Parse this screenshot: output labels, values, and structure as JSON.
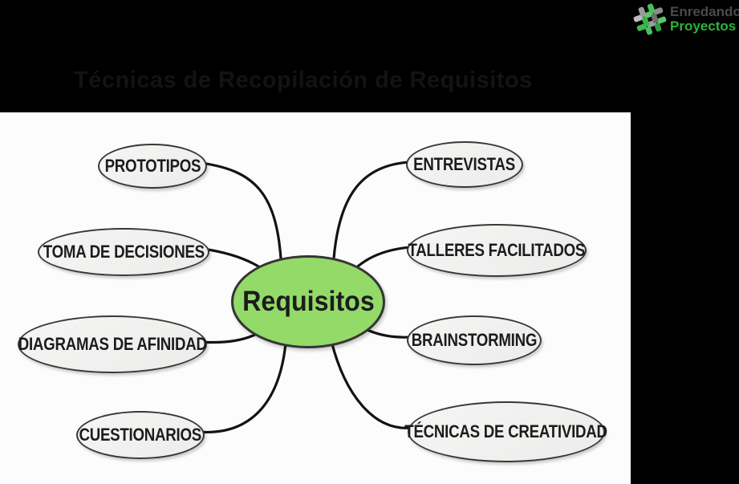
{
  "window": {
    "background_color": "#000000",
    "canvas_color": "#fcfcfc"
  },
  "header": {
    "title": "Técnicas de Recopilación de Requisitos",
    "title_color": "#131313"
  },
  "logo": {
    "icon": "puzzle-hash-icon",
    "line1": "Enredando",
    "line2": "Proyectos",
    "line1_color": "#4a4a4a",
    "line2_color": "#2fb23c",
    "accent_green": "#3fb850"
  },
  "mindmap": {
    "center": {
      "label": "Requisitos",
      "fill": "#93da68",
      "border_color": "#353535",
      "text_color": "#1c1c1c"
    },
    "node_style": {
      "fill": "#f0f0ef",
      "border_color": "#383838",
      "text_color": "#1c1c1c"
    },
    "connector_color": "#131313",
    "nodes": [
      {
        "label": "PROTOTIPOS",
        "position": "upper-left"
      },
      {
        "label": "TOMA DE DECISIONES",
        "position": "left"
      },
      {
        "label": "DIAGRAMAS DE AFINIDAD",
        "position": "lower-left"
      },
      {
        "label": "CUESTIONARIOS",
        "position": "bottom-left"
      },
      {
        "label": "ENTREVISTAS",
        "position": "upper-right"
      },
      {
        "label": "TALLERES FACILITADOS",
        "position": "right"
      },
      {
        "label": "BRAINSTORMING",
        "position": "lower-right"
      },
      {
        "label": "TÉCNICAS DE CREATIVIDAD",
        "position": "bottom-right"
      }
    ]
  }
}
